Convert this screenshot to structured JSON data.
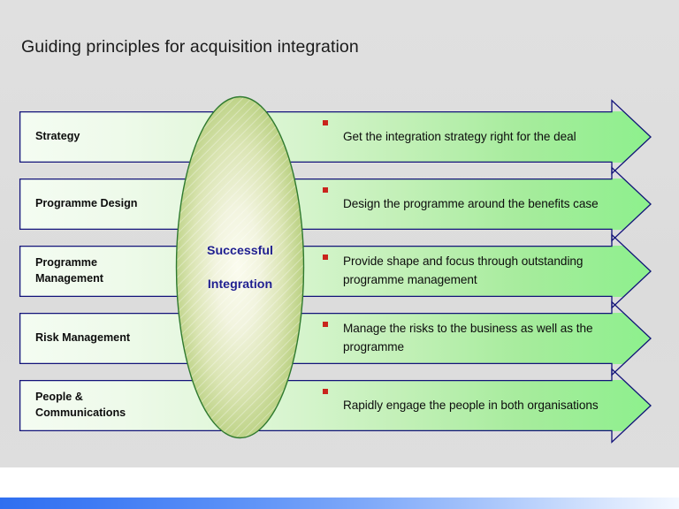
{
  "slide": {
    "title": "Guiding principles for acquisition integration",
    "background_color": "#dedede"
  },
  "center_shape": {
    "name": "successful-integration-ellipse",
    "line1": "Successful",
    "line2": "Integration",
    "text_color": "#1f1f8f",
    "fill_center_color": "#f7f8e2",
    "fill_edge_color": "#a8bf62",
    "border_color": "#2f7a2f"
  },
  "arrow_style": {
    "border_color": "#13137a",
    "fill_start_color": "#f4fcf2",
    "fill_end_color": "#8df08d",
    "bullet_color": "#c9241c"
  },
  "rows": [
    {
      "label": "Strategy",
      "label_line2": "",
      "bullet": "Get the integration strategy right for the deal"
    },
    {
      "label": "Programme Design",
      "label_line2": "",
      "bullet": "Design the programme around the benefits case"
    },
    {
      "label": "Programme",
      "label_line2": "Management",
      "bullet": "Provide shape and focus through outstanding programme management"
    },
    {
      "label": "Risk Management",
      "label_line2": "",
      "bullet": "Manage the risks to the business as well as the programme"
    },
    {
      "label": "People &",
      "label_line2": "Communications",
      "bullet": "Rapidly engage the people in both organisations"
    }
  ],
  "footer": {
    "bar_start_color": "#2f6ff0",
    "bar_end_color": "#f3f8ff"
  }
}
